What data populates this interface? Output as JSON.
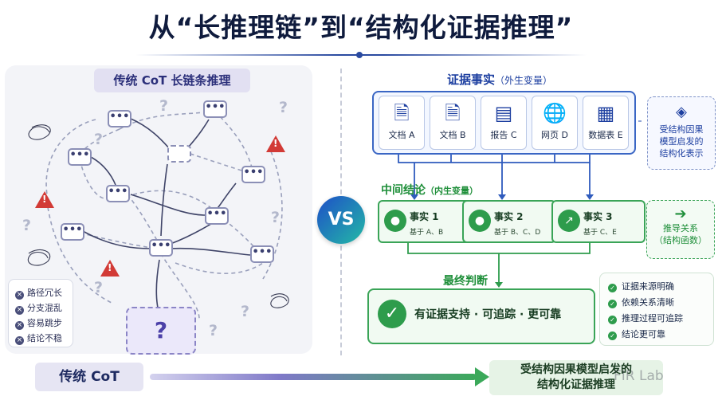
{
  "title": "从“长推理链”到“结构化证据推理”",
  "left": {
    "header": "传统 CoT 长链条推理",
    "node_glyph": "•••",
    "question_glyph": "?",
    "warn_glyph": "!",
    "legend": [
      "路径冗长",
      "分支混乱",
      "容易跳步",
      "结论不稳"
    ],
    "legend_glyph": "×",
    "colors": {
      "warn": "#d23a36",
      "bubble_border": "#8b8fb6"
    }
  },
  "vs": "VS",
  "evidence": {
    "title": "证据事实",
    "subtitle": "（外生变量）",
    "docs": [
      {
        "label": "文档 A",
        "icon": "document-icon"
      },
      {
        "label": "文档 B",
        "icon": "document-icon"
      },
      {
        "label": "报告 C",
        "icon": "report-chart-icon"
      },
      {
        "label": "网页 D",
        "icon": "globe-icon"
      },
      {
        "label": "数据表 E",
        "icon": "table-icon"
      }
    ],
    "side_note": [
      "受结构因果",
      "模型启发的",
      "结构化表示"
    ]
  },
  "intermediate": {
    "title": "中间结论",
    "subtitle": "（内生变量）",
    "facts": [
      {
        "name": "事实 1",
        "basis": "基于 A、B"
      },
      {
        "name": "事实 2",
        "basis": "基于 B、C、D"
      },
      {
        "name": "事实 3",
        "basis": "基于 C、E"
      }
    ],
    "derive_note": [
      "推导关系",
      "（结构函数）"
    ]
  },
  "final": {
    "title": "最终判断",
    "text": "有证据支持 · 可追踪 · 更可靠",
    "checks": [
      "证据来源明确",
      "依赖关系清晰",
      "推理过程可追踪",
      "结论更可靠"
    ]
  },
  "bottom": {
    "left_label": "传统 CoT",
    "right_label_1": "受结构因果模型启发的",
    "right_label_2": "结构化证据推理",
    "watermark": "FIR Lab"
  },
  "colors": {
    "blue": "#1d3fa0",
    "green": "#2e9c4c",
    "vs_start": "#1e4fc8",
    "vs_end": "#23b9a6"
  }
}
